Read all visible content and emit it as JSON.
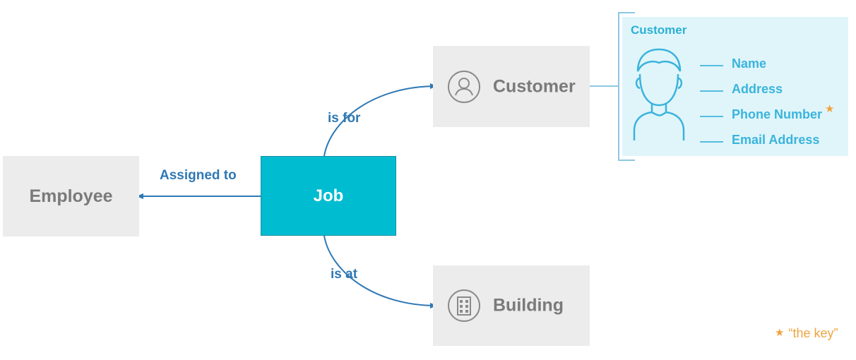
{
  "nodes": {
    "employee": "Employee",
    "job": "Job",
    "customer": "Customer",
    "building": "Building"
  },
  "edges": {
    "assigned_to": "Assigned to",
    "is_for": "is for",
    "is_at": "is at"
  },
  "detail": {
    "title": "Customer",
    "attributes": [
      "Name",
      "Address",
      "Phone Number",
      "Email Address"
    ],
    "key_attribute": "Phone Number"
  },
  "legend": {
    "star": "★",
    "text": "“the key”"
  },
  "icons": {
    "customer_node": "user-circle-icon",
    "building_node": "building-icon",
    "detail_avatar": "person-outline-icon"
  },
  "colors": {
    "node_bg": "#ececec",
    "node_text": "#7a7a7a",
    "job_bg": "#00bcd0",
    "edge": "#2f78b4",
    "detail_bg": "#e0f5fa",
    "detail_text": "#3ab4dc",
    "key_star": "#f0a23a"
  }
}
